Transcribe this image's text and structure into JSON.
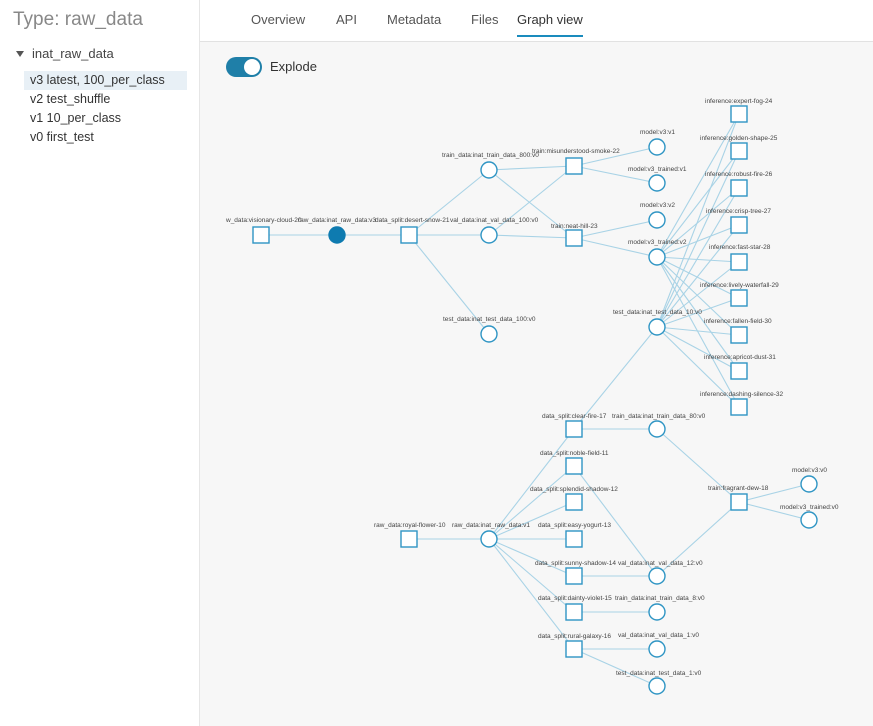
{
  "sidebar": {
    "type_title": "Type: raw_data",
    "artifact_name": "inat_raw_data",
    "versions": [
      {
        "label": "v3 latest, 100_per_class",
        "active": true
      },
      {
        "label": "v2 test_shuffle",
        "active": false
      },
      {
        "label": "v1 10_per_class",
        "active": false
      },
      {
        "label": "v0 first_test",
        "active": false
      }
    ]
  },
  "tabs": [
    {
      "label": "Overview",
      "active": false
    },
    {
      "label": "API",
      "active": false
    },
    {
      "label": "Metadata",
      "active": false
    },
    {
      "label": "Files",
      "active": false
    },
    {
      "label": "Graph view",
      "active": true
    }
  ],
  "toggle": {
    "label": "Explode",
    "on": true
  },
  "colors": {
    "accent": "#1a8bbd",
    "edge": "#a9d3e6",
    "node_stroke": "#2f95c4",
    "selected_fill": "#0e7bb0"
  },
  "graph": {
    "nodes": [
      {
        "id": "n1",
        "label": "w_data:visionary-cloud-20",
        "shape": "square"
      },
      {
        "id": "n2",
        "label": "raw_data:inat_raw_data:v3",
        "shape": "circle",
        "selected": true
      },
      {
        "id": "n3",
        "label": "data_split:desert-snow-21",
        "shape": "square"
      },
      {
        "id": "n4",
        "label": "train_data:inat_train_data_800:v0",
        "shape": "circle"
      },
      {
        "id": "n5",
        "label": "val_data:inat_val_data_100:v0",
        "shape": "circle"
      },
      {
        "id": "n6",
        "label": "test_data:inat_test_data_100:v0",
        "shape": "circle"
      },
      {
        "id": "n7",
        "label": "train:misunderstood-smoke-22",
        "shape": "square"
      },
      {
        "id": "n8",
        "label": "train:neat-hill-23",
        "shape": "square"
      },
      {
        "id": "n9",
        "label": "model:v3:v1",
        "shape": "circle"
      },
      {
        "id": "n10",
        "label": "model:v3_trained:v1",
        "shape": "circle"
      },
      {
        "id": "n11",
        "label": "model:v3:v2",
        "shape": "circle"
      },
      {
        "id": "n12",
        "label": "model:v3_trained:v2",
        "shape": "circle"
      },
      {
        "id": "n13",
        "label": "test_data:inat_test_data_10:v0",
        "shape": "circle"
      },
      {
        "id": "n14",
        "label": "inference:expert-fog-24",
        "shape": "square"
      },
      {
        "id": "n15",
        "label": "inference:golden-shape-25",
        "shape": "square"
      },
      {
        "id": "n16",
        "label": "inference:robust-fire-26",
        "shape": "square"
      },
      {
        "id": "n17",
        "label": "inference:crisp-tree-27",
        "shape": "square"
      },
      {
        "id": "n18",
        "label": "inference:fast-star-28",
        "shape": "square"
      },
      {
        "id": "n19",
        "label": "inference:lively-waterfall-29",
        "shape": "square"
      },
      {
        "id": "n20",
        "label": "inference:fallen-field-30",
        "shape": "square"
      },
      {
        "id": "n21",
        "label": "inference:apricot-dust-31",
        "shape": "square"
      },
      {
        "id": "n22",
        "label": "inference:dashing-silence-32",
        "shape": "square"
      },
      {
        "id": "n23",
        "label": "data_split:clear-fire-17",
        "shape": "square"
      },
      {
        "id": "n24",
        "label": "train_data:inat_train_data_80:v0",
        "shape": "circle"
      },
      {
        "id": "n25",
        "label": "data_split:noble-field-11",
        "shape": "square"
      },
      {
        "id": "n26",
        "label": "data_split:splendid-shadow-12",
        "shape": "square"
      },
      {
        "id": "n27",
        "label": "data_split:easy-yogurt-13",
        "shape": "square"
      },
      {
        "id": "n28",
        "label": "raw_data:royal-flower-10",
        "shape": "square"
      },
      {
        "id": "n29",
        "label": "raw_data:inat_raw_data:v1",
        "shape": "circle"
      },
      {
        "id": "n30",
        "label": "data_split:sunny-shadow-14",
        "shape": "square"
      },
      {
        "id": "n31",
        "label": "val_data:inat_val_data_12:v0",
        "shape": "circle"
      },
      {
        "id": "n32",
        "label": "data_split:dainty-violet-15",
        "shape": "square"
      },
      {
        "id": "n33",
        "label": "train_data:inat_train_data_8:v0",
        "shape": "circle"
      },
      {
        "id": "n34",
        "label": "data_split:rural-galaxy-16",
        "shape": "square"
      },
      {
        "id": "n35",
        "label": "val_data:inat_val_data_1:v0",
        "shape": "circle"
      },
      {
        "id": "n36",
        "label": "test_data:inat_test_data_1:v0",
        "shape": "circle"
      },
      {
        "id": "n37",
        "label": "train:fragrant-dew-18",
        "shape": "square"
      },
      {
        "id": "n38",
        "label": "model:v3:v0",
        "shape": "circle"
      },
      {
        "id": "n39",
        "label": "model:v3_trained:v0",
        "shape": "circle"
      }
    ]
  }
}
